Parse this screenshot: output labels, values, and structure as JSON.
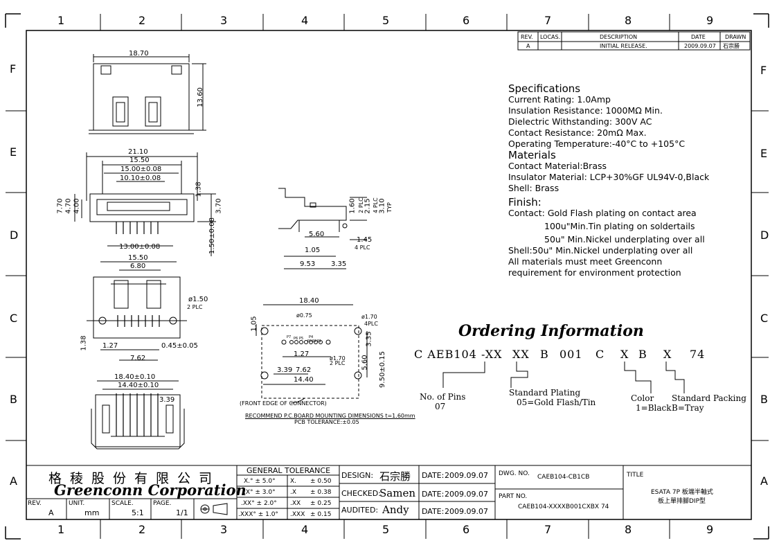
{
  "grid": {
    "columns": [
      "1",
      "2",
      "3",
      "4",
      "5",
      "6",
      "7",
      "8",
      "9"
    ],
    "rows": [
      "F",
      "E",
      "D",
      "C",
      "B",
      "A"
    ]
  },
  "revision": {
    "headers": {
      "rev": "REV.",
      "locas": "LOCAS.",
      "description": "DESCRIPTION",
      "date": "DATE",
      "drawn": "DRAWN"
    },
    "rows": [
      {
        "rev": "A",
        "locas": "",
        "description": "INITIAL RELEASE.",
        "date": "2009.09.07",
        "drawn": "石宗勝"
      }
    ]
  },
  "specifications": {
    "title": "Specifications",
    "lines": [
      "Current Rating: 1.0Amp",
      "Insulation Resistance: 1000MΩ Min.",
      "Dielectric Withstanding: 300V AC",
      "Contact Resistance: 20mΩ Max.",
      "Operating Temperature:-40°C to +105°C"
    ],
    "materials_title": "Materials",
    "materials": [
      "Contact Material:Brass",
      "Insulator Material: LCP+30%GF UL94V-0,Black",
      "Shell: Brass"
    ],
    "finish_title": "Finish:",
    "finish": [
      "Contact: Gold Flash plating on contact area",
      "100u\"Min.Tin plating on soldertails",
      "50u\" Min.Nickel underplating over all",
      "Shell:50u\" Min.Nickel underplating over all",
      "All materials must meet Greenconn",
      "requirement for environment protection"
    ]
  },
  "ordering": {
    "title": "Ordering Information",
    "code": {
      "p1": "C AEB104 -XX",
      "p2": "XX",
      "p3": "B",
      "p4": "001",
      "p5": "C",
      "p6": "X",
      "p7": "B",
      "p8": "X",
      "p9": "74"
    },
    "pins_label": "No. of Pins",
    "pins_value": "07",
    "plating_label": "Standard Plating",
    "plating_value": "05=Gold Flash/Tin",
    "color_label": "Color",
    "color_value": "1=Black",
    "packing_label": "Standard Packing",
    "packing_value": "B=Tray"
  },
  "dimensions": {
    "top": {
      "width": "18.70",
      "height": "13.60"
    },
    "front": {
      "w1": "21.10",
      "w2": "15.50",
      "w3": "15.00±0.08",
      "w4": "10.10±0.08",
      "h1": "7.70",
      "h2": "4.70",
      "h3": "4.00",
      "h4": "1.38",
      "h5": "3.70",
      "h6": "1.50±0.08",
      "bottom": "13.00±0.08"
    },
    "side": {
      "a": "1.60",
      "a_note": "2 PLC",
      "b": "2.15",
      "b_note": "4 PLC",
      "c": "3.10",
      "c_note": "TYP",
      "d": "5.60",
      "e": "1.45",
      "e_note": "4 PLC",
      "f": "1.05",
      "g": "9.53",
      "h": "3.35"
    },
    "plan": {
      "w1": "15.50",
      "w2": "6.80",
      "hole": "ø1.50",
      "hole_note": "2 PLC",
      "h1": "1.38",
      "p1": "1.27",
      "p2": "0.45±0.05",
      "p3": "7.62"
    },
    "bottom": {
      "w1": "18.40±0.10",
      "w2": "14.40±0.10",
      "d1": "3.39"
    },
    "pcb": {
      "w": "18.40",
      "hole1": "ø0.75",
      "hole2": "ø1.70",
      "hole2_note": "4PLC",
      "v1": "1.05",
      "v2": "3.35",
      "v3": "5.60",
      "v4": "9.50±0.15",
      "p1": "1.27",
      "p2": "ø1.70",
      "p2_note": "2 PLC",
      "p3": "7.62",
      "p4": "3.39",
      "p5": "14.40",
      "pins": [
        "P7",
        "P6",
        "P5",
        "P4",
        "P3",
        "P2",
        "P1"
      ],
      "front_edge": "(FRONT EDGE OF CONNECTOR)",
      "recommend": "RECOMMEND P.C.BOARD MOUNTING DIMENSIONS t=1.60mm",
      "tolerance": "PCB TOLERANCE:±0.05"
    }
  },
  "title_block": {
    "company_cn": "格稜股份有限公司",
    "company_en": "Greenconn Corporation",
    "rev_label": "REV.",
    "rev_value": "A",
    "unit_label": "UNIT.",
    "unit_value": "mm",
    "scale_label": "SCALE.",
    "scale_value": "5:1",
    "page_label": "PAGE.",
    "page_value": "1/1",
    "tolerance_title": "GENERAL TOLERANCE",
    "tolerance_rows": [
      {
        "a": "X.° ± 5.0°",
        "b": "X.",
        "c": "± 0.50"
      },
      {
        "a": ".X° ± 3.0°",
        "b": ".X",
        "c": "± 0.38"
      },
      {
        "a": ".XX° ± 2.0°",
        "b": ".XX",
        "c": "± 0.25"
      },
      {
        "a": ".XXX° ± 1.0°",
        "b": ".XXX",
        "c": "± 0.15"
      }
    ],
    "design_label": "DESIGN:",
    "design_value": "石宗勝",
    "checked_label": "CHECKED:",
    "checked_value": "Samen",
    "audited_label": "AUDITED:",
    "audited_value": "Andy",
    "date_label": "DATE:",
    "date1": "2009.09.07",
    "date2": "2009.09.07",
    "date3": "2009.09.07",
    "dwg_label": "DWG. NO.",
    "dwg_value": "CAEB104-CB1CB",
    "part_label": "PART NO.",
    "part_value": "CAEB104-XXXXB001CXBX 74",
    "title_label": "TITLE",
    "title_line1": "ESATA 7P 板端半軸式",
    "title_line2": "板上單排腳DIP型"
  }
}
